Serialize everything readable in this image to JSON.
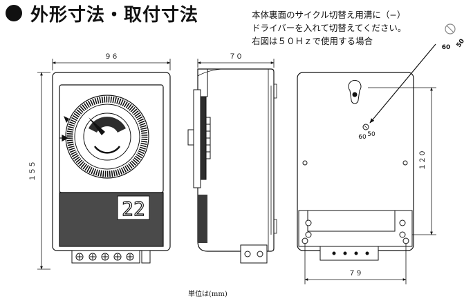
{
  "title": "外形寸法・取付寸法",
  "note": {
    "line1": "本体裏面のサイクル切替え用溝に（−）",
    "line2": "ドライバーを入れて切替えてください。",
    "line3": "右図は５０Ｈｚで使用する場合"
  },
  "dimensions": {
    "width_front": "９６",
    "depth": "７０",
    "height": "１５５",
    "mount_vertical": "１２０",
    "mount_horizontal": "７９"
  },
  "display_value": "22",
  "switch_labels": {
    "left": "60",
    "right": "50"
  },
  "unit_label": "単位は(mm)"
}
